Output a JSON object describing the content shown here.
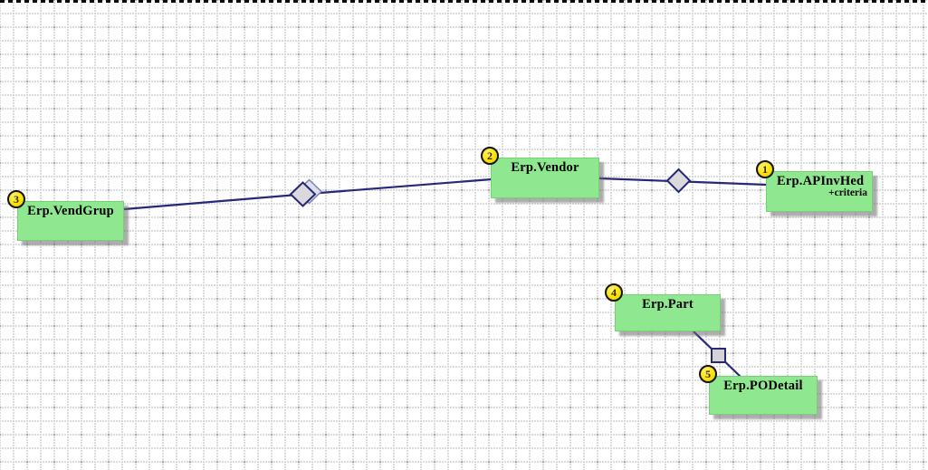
{
  "diagram": {
    "type": "table-relationship-diagram",
    "entities": [
      {
        "number": "1",
        "label": "Erp.APInvHed",
        "annotation": "+criteria"
      },
      {
        "number": "2",
        "label": "Erp.Vendor",
        "annotation": ""
      },
      {
        "number": "3",
        "label": "Erp.VendGrup",
        "annotation": ""
      },
      {
        "number": "4",
        "label": "Erp.Part",
        "annotation": ""
      },
      {
        "number": "5",
        "label": "Erp.PODetail",
        "annotation": ""
      }
    ],
    "connectors": [
      {
        "from": "Erp.VendGrup",
        "to": "Erp.Vendor",
        "symbol": "join-diamond"
      },
      {
        "from": "Erp.Vendor",
        "to": "Erp.APInvHed",
        "symbol": "join-diamond"
      },
      {
        "from": "Erp.Part",
        "to": "Erp.PODetail",
        "symbol": "join-diamond"
      }
    ],
    "colors": {
      "entity_fill": "#8fe88f",
      "badge_fill": "#f9e400",
      "connector_line": "#28287a",
      "diamond_fill": "#d9d9de",
      "grid_dot": "#cbcbcb",
      "canvas_bg": "#ffffff",
      "marquee": "#0a0a0a"
    }
  }
}
